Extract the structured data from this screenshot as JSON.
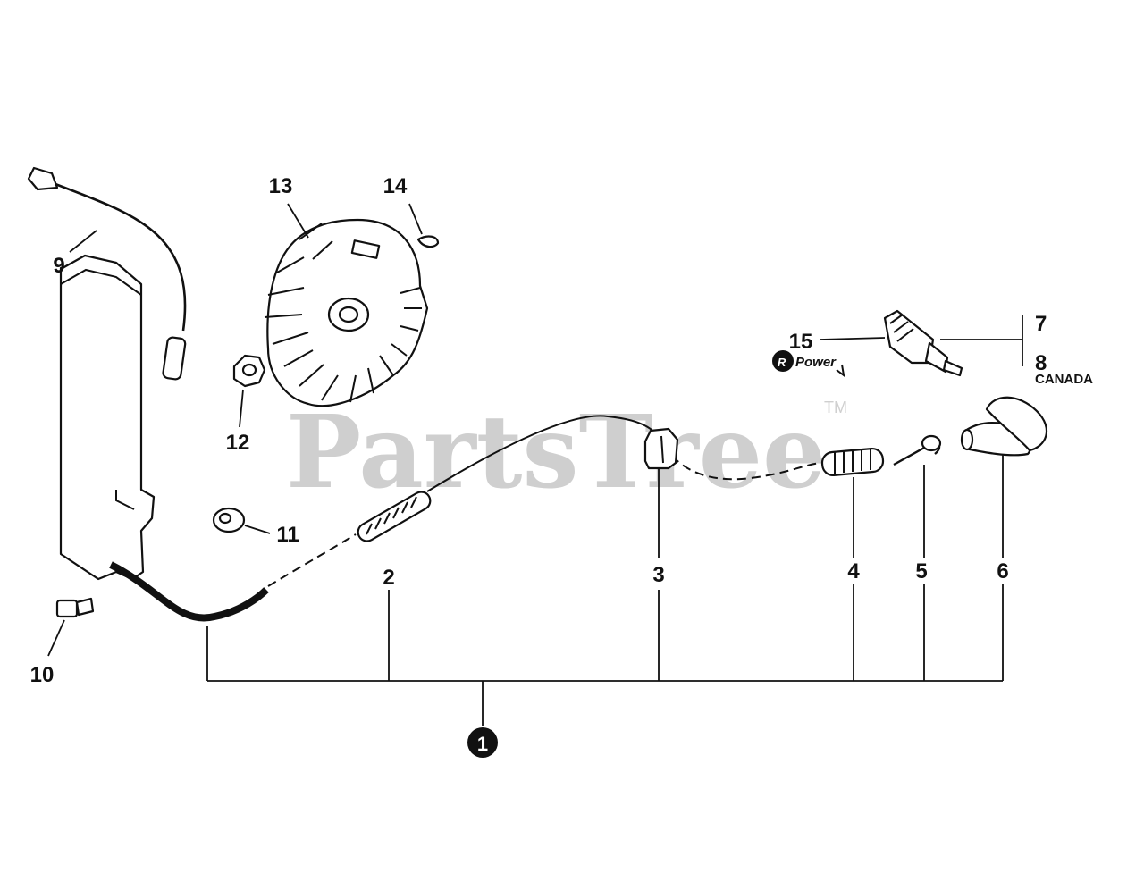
{
  "watermark": {
    "text": "PartsTree",
    "trademark": "TM"
  },
  "labels": {
    "p1": "1",
    "p2": "2",
    "p3": "3",
    "p4": "4",
    "p5": "5",
    "p6": "6",
    "p7": "7",
    "p8": "8",
    "p9": "9",
    "p10": "10",
    "p11": "11",
    "p12": "12",
    "p13": "13",
    "p14": "14",
    "p15": "15"
  },
  "notes": {
    "canada": "CANADA"
  },
  "logo": {
    "mark": "R",
    "text": "Power"
  }
}
